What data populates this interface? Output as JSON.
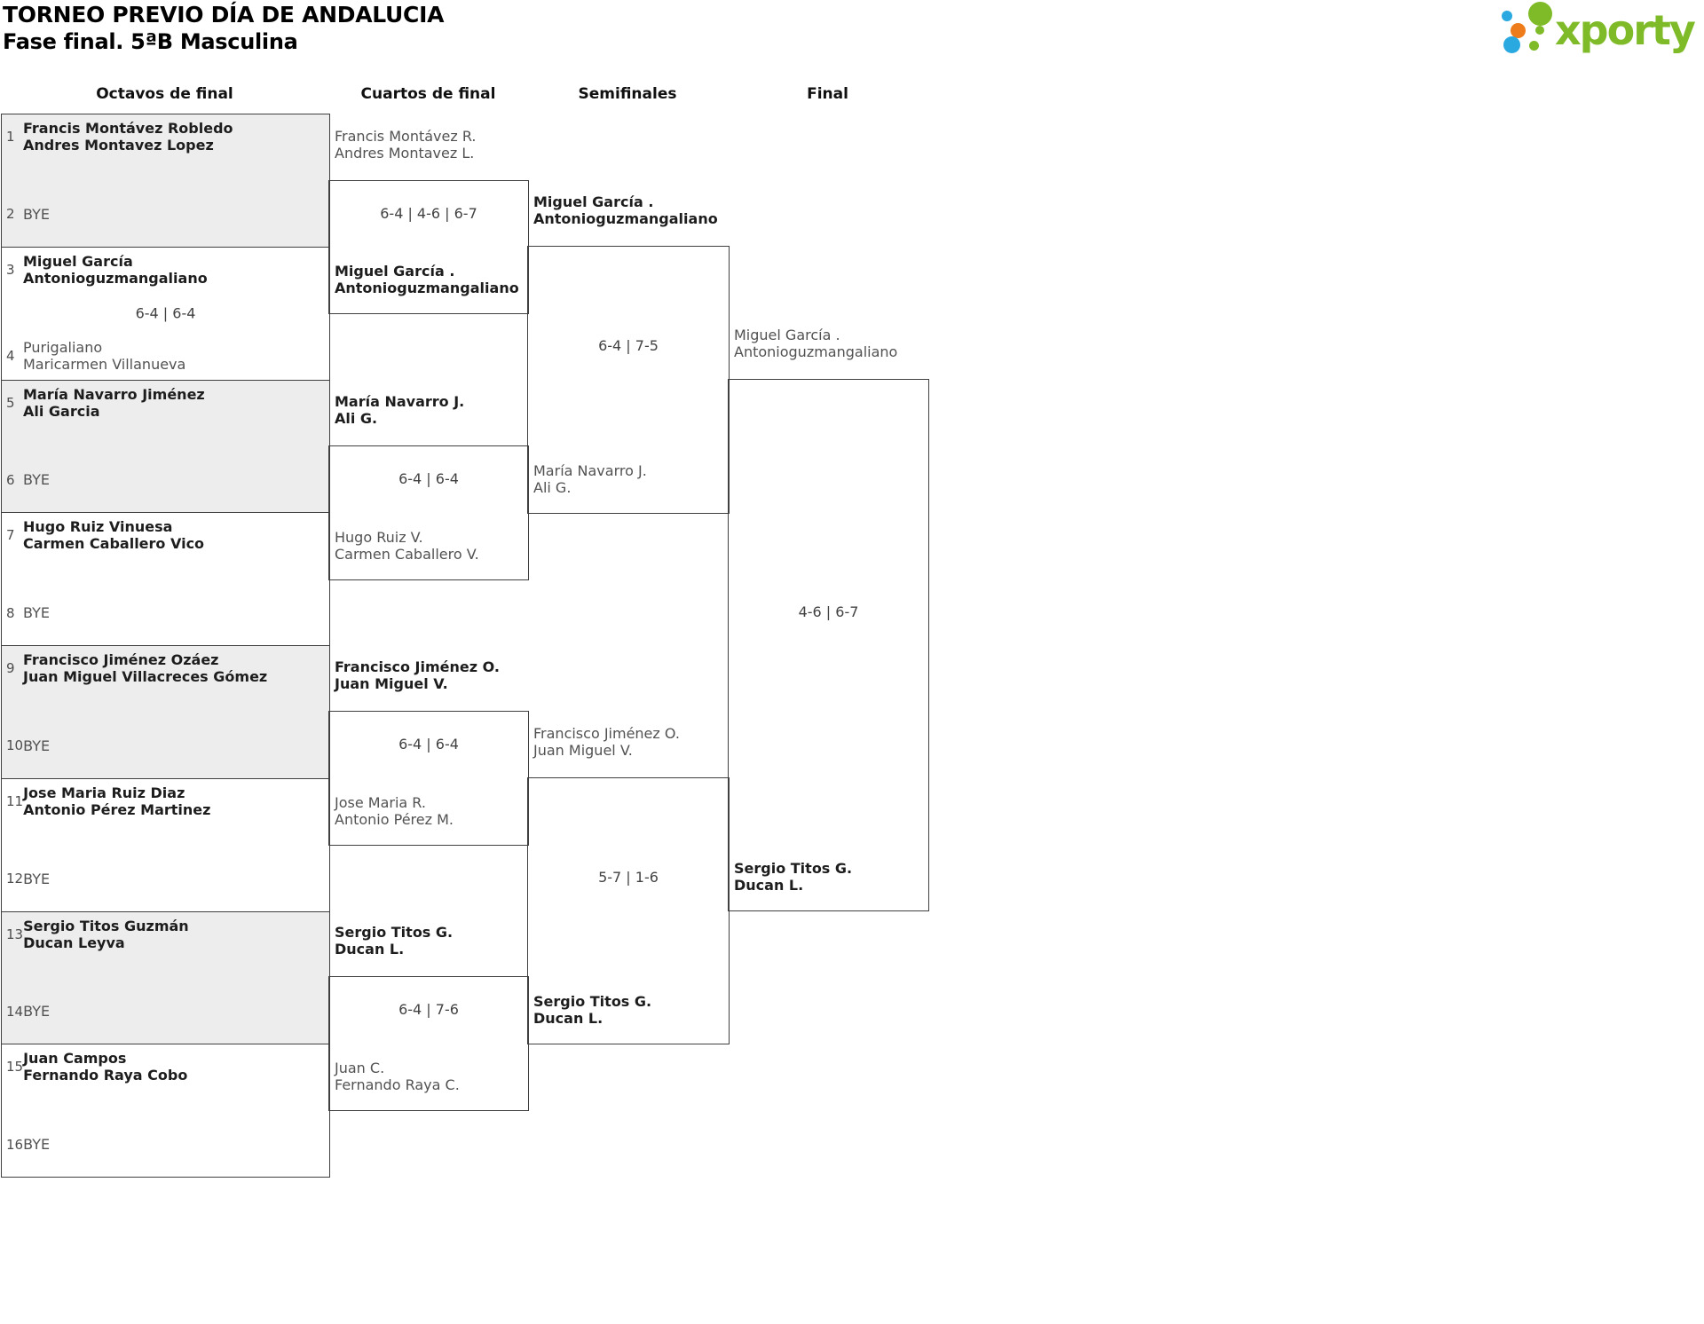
{
  "title": {
    "line1": "TORNEO PREVIO DÍA DE ANDALUCIA",
    "line2": "Fase final. 5ªB Masculina"
  },
  "logo": {
    "text": "xporty",
    "green": "#7fbb28",
    "blue": "#2aa9e0",
    "orange": "#ee7c1b"
  },
  "rounds": {
    "r16": "Octavos de final",
    "qf": "Cuartos de final",
    "sf": "Semifinales",
    "f": "Final"
  },
  "r16": [
    {
      "seed_top": "1",
      "top1": "Francis Montávez Robledo",
      "top2": "Andres Montavez Lopez",
      "seed_bot": "2",
      "bot1": "BYE",
      "bot2": "",
      "score": ""
    },
    {
      "seed_top": "3",
      "top1": "Miguel García",
      "top2": "Antonioguzmangaliano",
      "seed_bot": "4",
      "bot1": "Purigaliano",
      "bot2": "Maricarmen Villanueva",
      "score": "6-4 | 6-4"
    },
    {
      "seed_top": "5",
      "top1": "María Navarro Jiménez",
      "top2": "Ali Garcia",
      "seed_bot": "6",
      "bot1": "BYE",
      "bot2": "",
      "score": ""
    },
    {
      "seed_top": "7",
      "top1": "Hugo Ruiz Vinuesa",
      "top2": "Carmen Caballero Vico",
      "seed_bot": "8",
      "bot1": "BYE",
      "bot2": "",
      "score": ""
    },
    {
      "seed_top": "9",
      "top1": "Francisco Jiménez Ozáez",
      "top2": "Juan Miguel Villacreces Gómez",
      "seed_bot": "10",
      "bot1": "BYE",
      "bot2": "",
      "score": ""
    },
    {
      "seed_top": "11",
      "top1": "Jose Maria Ruiz Diaz",
      "top2": "Antonio Pérez Martinez",
      "seed_bot": "12",
      "bot1": "BYE",
      "bot2": "",
      "score": ""
    },
    {
      "seed_top": "13",
      "top1": "Sergio Titos Guzmán",
      "top2": "Ducan Leyva",
      "seed_bot": "14",
      "bot1": "BYE",
      "bot2": "",
      "score": ""
    },
    {
      "seed_top": "15",
      "top1": "Juan Campos",
      "top2": "Fernando Raya Cobo",
      "seed_bot": "16",
      "bot1": "BYE",
      "bot2": "",
      "score": ""
    }
  ],
  "qf": [
    {
      "a1": "Francis Montávez R.",
      "a2": "Andres Montavez L.",
      "b1": "Miguel García .",
      "b2": "Antonioguzmangaliano",
      "score": "6-4 | 4-6 | 6-7"
    },
    {
      "a1": "María Navarro J.",
      "a2": "Ali G.",
      "b1": "Hugo Ruiz V.",
      "b2": "Carmen Caballero V.",
      "score": "6-4 | 6-4"
    },
    {
      "a1": "Francisco Jiménez O.",
      "a2": "Juan Miguel V.",
      "b1": "Jose Maria R.",
      "b2": "Antonio Pérez M.",
      "score": "6-4 | 6-4"
    },
    {
      "a1": "Sergio Titos G.",
      "a2": "Ducan L.",
      "b1": "Juan C.",
      "b2": "Fernando Raya C.",
      "score": "6-4 | 7-6"
    }
  ],
  "sf": [
    {
      "a1": "Miguel García .",
      "a2": "Antonioguzmangaliano",
      "b1": "María Navarro J.",
      "b2": "Ali G.",
      "score": "6-4 | 7-5"
    },
    {
      "a1": "Francisco Jiménez O.",
      "a2": "Juan Miguel V.",
      "b1": "Sergio Titos G.",
      "b2": "Ducan L.",
      "score": "5-7 | 1-6"
    }
  ],
  "final": {
    "a1": "Miguel García .",
    "a2": "Antonioguzmangaliano",
    "b1": "Sergio Titos G.",
    "b2": "Ducan L.",
    "score": "4-6 | 6-7"
  }
}
